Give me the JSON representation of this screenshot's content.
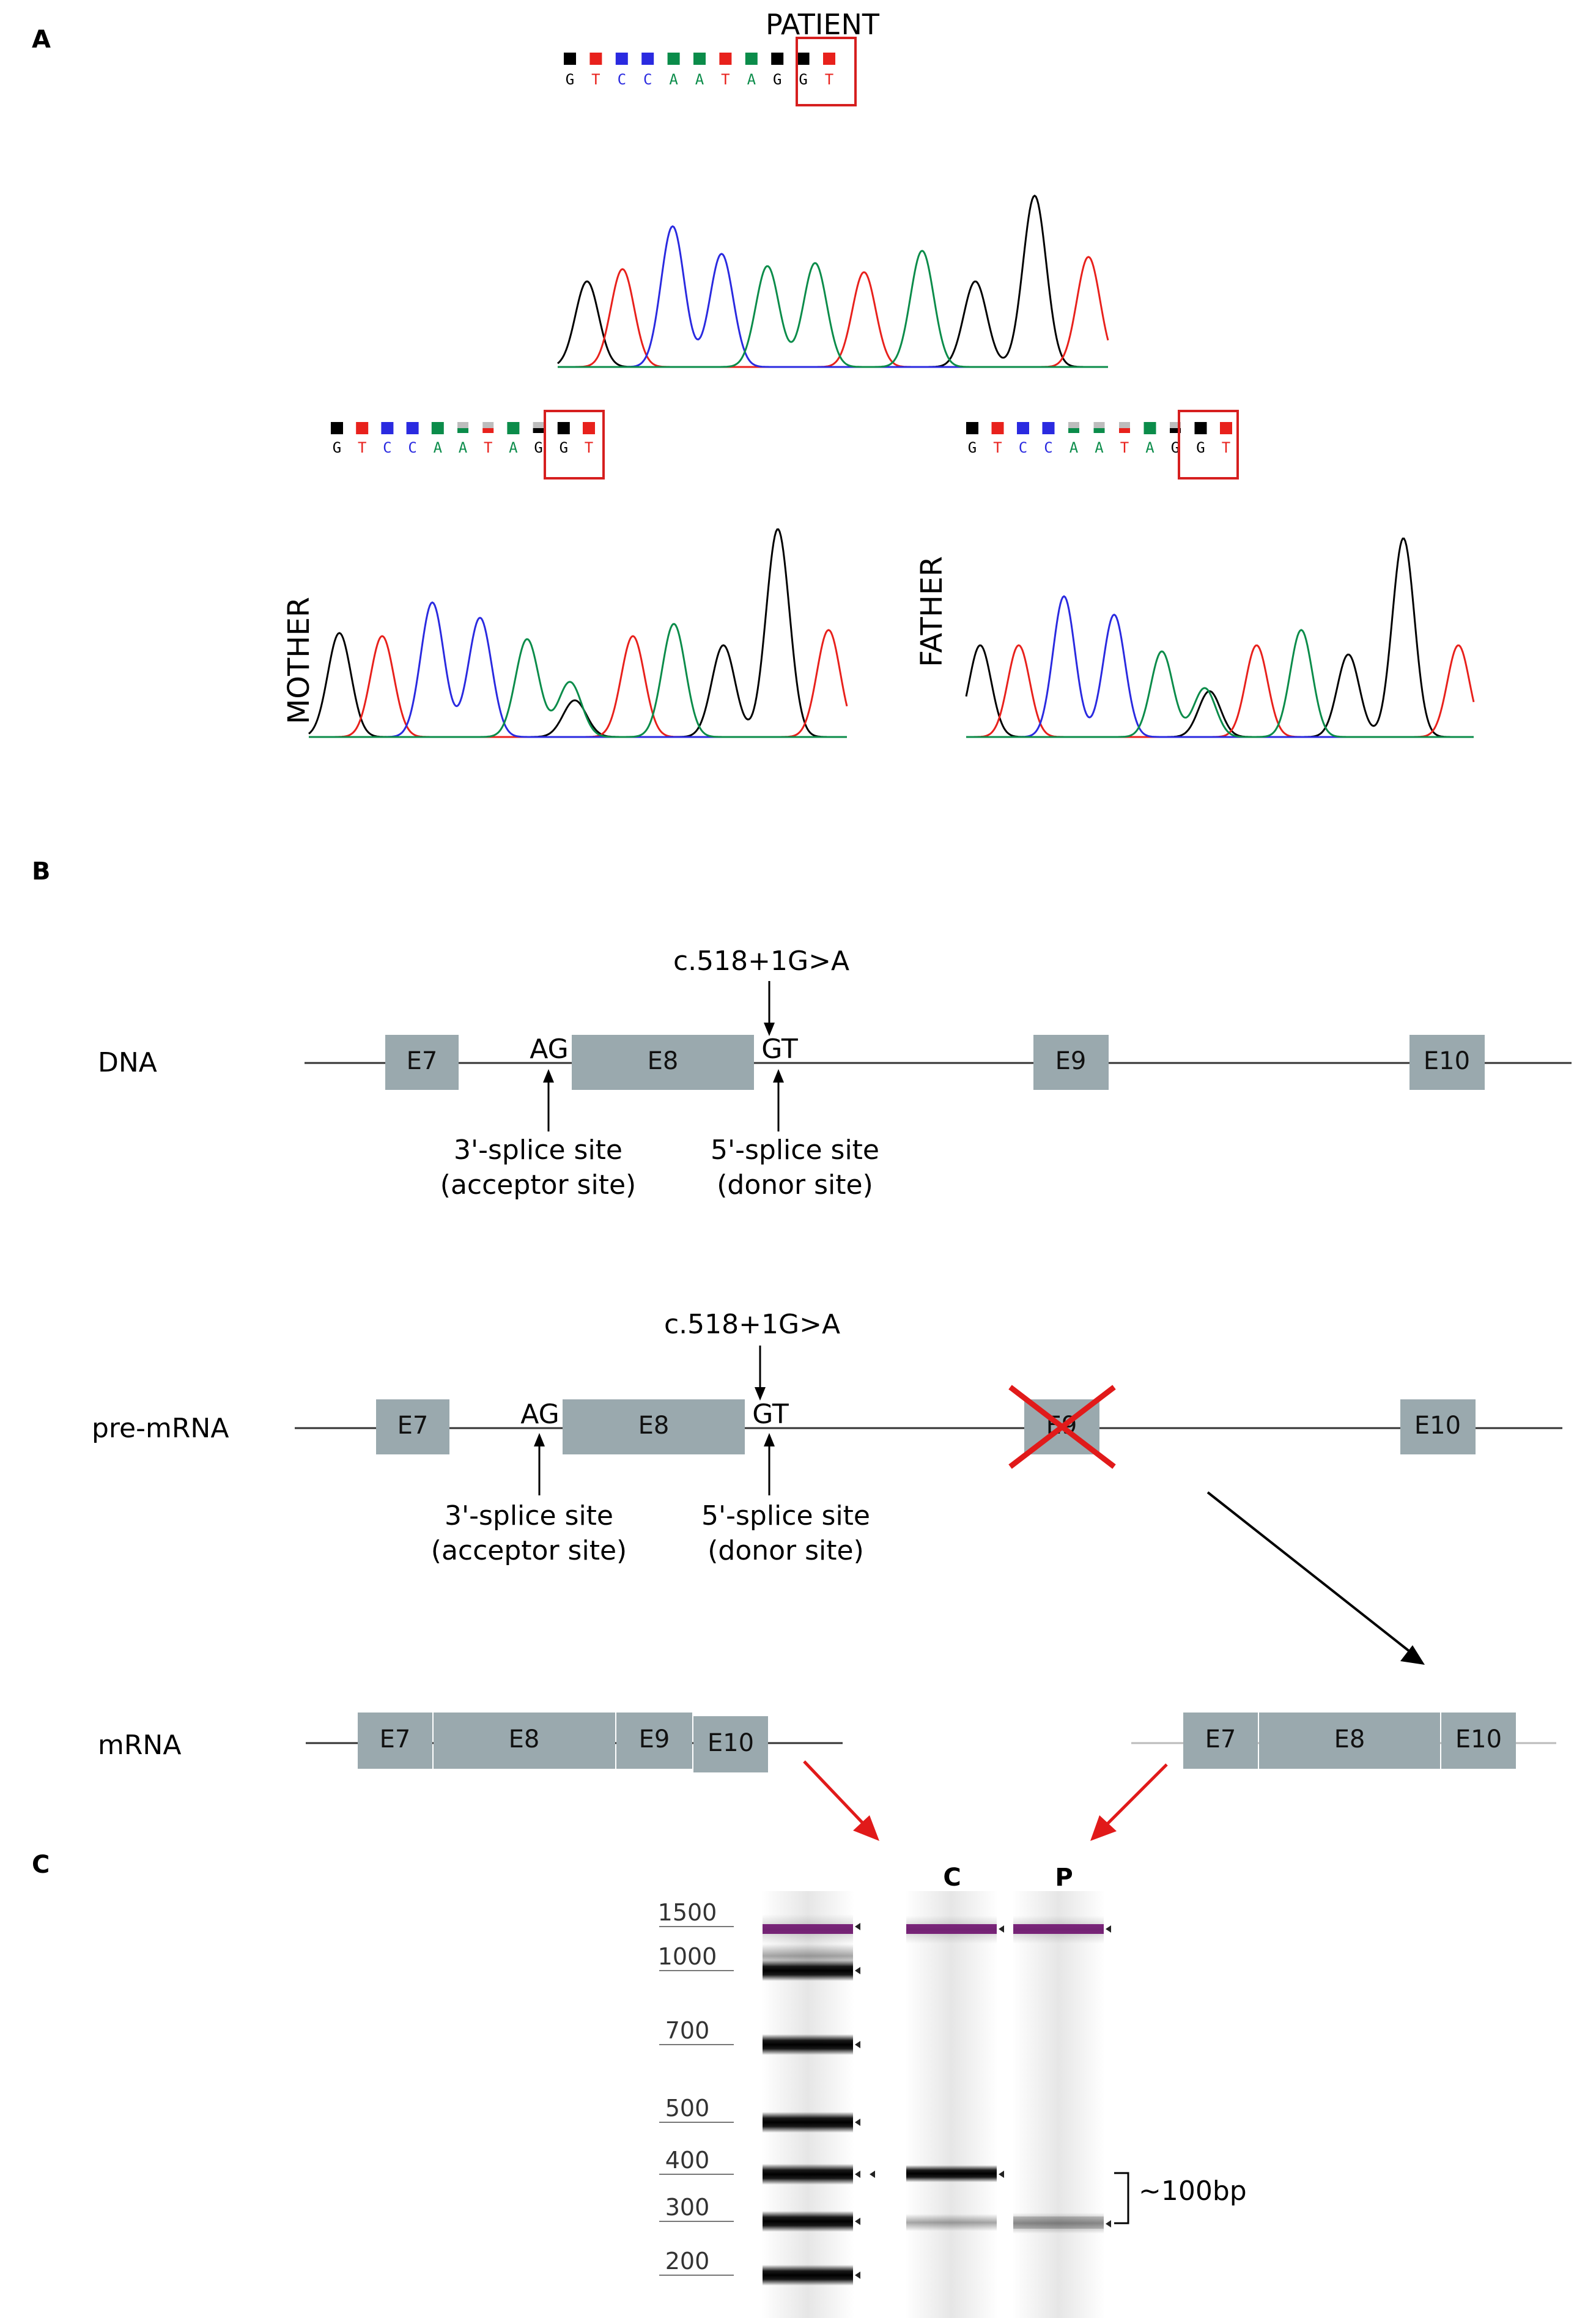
{
  "panels": {
    "a": "A",
    "b": "B",
    "c": "C"
  },
  "chromatograms": {
    "patient": {
      "label": "PATIENT",
      "bases": [
        "G",
        "T",
        "C",
        "C",
        "A",
        "A",
        "T",
        "A",
        "G",
        "G",
        "T"
      ],
      "highlight_index": 5
    },
    "mother": {
      "label": "MOTHER",
      "bases": [
        "G",
        "T",
        "C",
        "C",
        "A",
        "A",
        "T",
        "A",
        "G",
        "G",
        "T"
      ],
      "highlight_index": 5
    },
    "father": {
      "label": "FATHER",
      "bases": [
        "G",
        "T",
        "C",
        "C",
        "A",
        "A",
        "T",
        "A",
        "G",
        "G",
        "T"
      ],
      "highlight_index": 5
    }
  },
  "base_colors": {
    "G": "#000000",
    "T": "#e8211c",
    "C": "#2a2ae0",
    "A": "#0b8c4a"
  },
  "diagram": {
    "rows": {
      "dna": "DNA",
      "pre_mrna": "pre-mRNA",
      "mrna": "mRNA"
    },
    "exons": {
      "e7": "E7",
      "e8": "E8",
      "e9": "E9",
      "e10": "E10"
    },
    "variant": "c.518+1G>A",
    "acceptor_motif": "AG",
    "donor_motif": "GT",
    "acceptor_line1": "3'-splice site",
    "acceptor_line2": "(acceptor site)",
    "donor_line1": "5'-splice site",
    "donor_line2": "(donor site)"
  },
  "gel": {
    "lanes": {
      "control": "C",
      "patient": "P"
    },
    "ladder": [
      "1500",
      "1000",
      "700",
      "500",
      "400",
      "300",
      "200"
    ],
    "annotation": "~100bp"
  },
  "colors": {
    "exon": "#9aa9ae",
    "marker_band": "#8a2a8a",
    "cross": "#e11a1a",
    "box": "#d61f1f"
  }
}
